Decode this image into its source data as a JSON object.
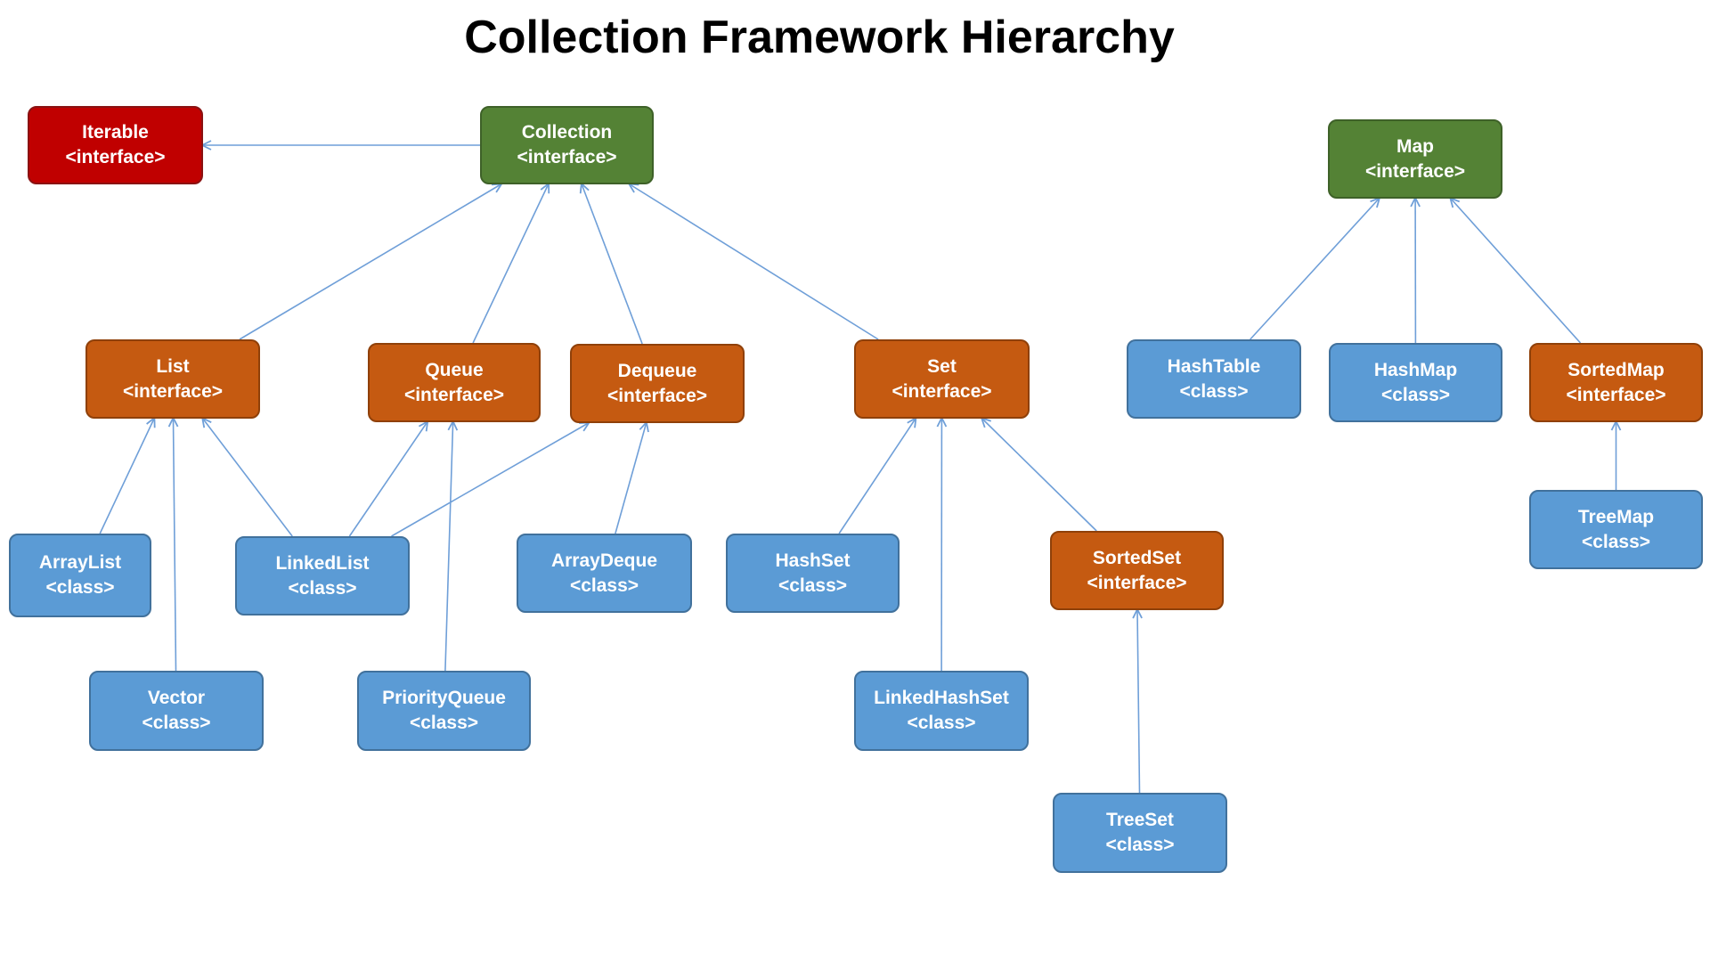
{
  "title": "Collection Framework Hierarchy",
  "colors": {
    "red": "#c00000",
    "red_border": "#8a1212",
    "green": "#548235",
    "green_border": "#3e6128",
    "orange": "#c55a11",
    "orange_border": "#8f4009",
    "blue": "#5b9bd5",
    "blue_border": "#41719c",
    "arrow": "#6f9fd8",
    "title": "#000000",
    "background": "#ffffff"
  },
  "nodes": {
    "iterable": {
      "name": "Iterable",
      "kind": "<interface>"
    },
    "collection": {
      "name": "Collection",
      "kind": "<interface>"
    },
    "map": {
      "name": "Map",
      "kind": "<interface>"
    },
    "list": {
      "name": "List",
      "kind": "<interface>"
    },
    "queue": {
      "name": "Queue",
      "kind": "<interface>"
    },
    "dequeue": {
      "name": "Dequeue",
      "kind": "<interface>"
    },
    "set": {
      "name": "Set",
      "kind": "<interface>"
    },
    "hashtable": {
      "name": "HashTable",
      "kind": "<class>"
    },
    "hashmap": {
      "name": "HashMap",
      "kind": "<class>"
    },
    "sortedmap": {
      "name": "SortedMap",
      "kind": "<interface>"
    },
    "arraylist": {
      "name": "ArrayList",
      "kind": "<class>"
    },
    "linkedlist": {
      "name": "LinkedList",
      "kind": "<class>"
    },
    "arraydeque": {
      "name": "ArrayDeque",
      "kind": "<class>"
    },
    "hashset": {
      "name": "HashSet",
      "kind": "<class>"
    },
    "sortedset": {
      "name": "SortedSet",
      "kind": "<interface>"
    },
    "treemap": {
      "name": "TreeMap",
      "kind": "<class>"
    },
    "vector": {
      "name": "Vector",
      "kind": "<class>"
    },
    "priorityqueue": {
      "name": "PriorityQueue",
      "kind": "<class>"
    },
    "linkedhashset": {
      "name": "LinkedHashSet",
      "kind": "<class>"
    },
    "treeset": {
      "name": "TreeSet",
      "kind": "<class>"
    }
  },
  "edges": [
    {
      "from": "collection",
      "to": "iterable"
    },
    {
      "from": "list",
      "to": "collection"
    },
    {
      "from": "queue",
      "to": "collection"
    },
    {
      "from": "dequeue",
      "to": "collection"
    },
    {
      "from": "set",
      "to": "collection"
    },
    {
      "from": "hashtable",
      "to": "map"
    },
    {
      "from": "hashmap",
      "to": "map"
    },
    {
      "from": "sortedmap",
      "to": "map"
    },
    {
      "from": "arraylist",
      "to": "list"
    },
    {
      "from": "vector",
      "to": "list"
    },
    {
      "from": "linkedlist",
      "to": "list"
    },
    {
      "from": "linkedlist",
      "to": "queue"
    },
    {
      "from": "priorityqueue",
      "to": "queue"
    },
    {
      "from": "linkedlist",
      "to": "dequeue"
    },
    {
      "from": "arraydeque",
      "to": "dequeue"
    },
    {
      "from": "hashset",
      "to": "set"
    },
    {
      "from": "linkedhashset",
      "to": "set"
    },
    {
      "from": "sortedset",
      "to": "set"
    },
    {
      "from": "treeset",
      "to": "sortedset"
    },
    {
      "from": "treemap",
      "to": "sortedmap"
    }
  ]
}
